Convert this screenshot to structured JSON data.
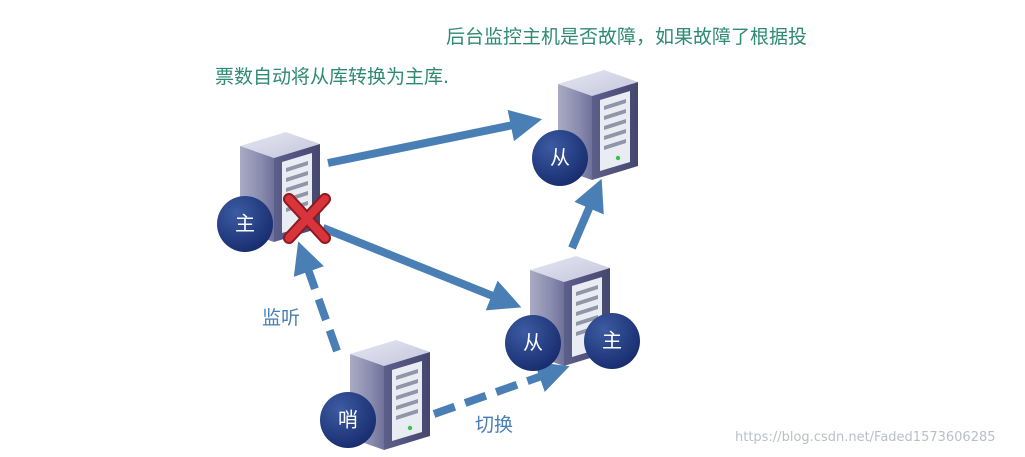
{
  "caption": {
    "line1": "后台监控主机是否故障，如果故障了根据投",
    "line2": "票数自动将从库转换为主库."
  },
  "nodes": {
    "master": {
      "badge": "主"
    },
    "slave_top": {
      "badge": "从"
    },
    "slave_bottom": {
      "badge": "从",
      "badge_new": "主"
    },
    "sentinel": {
      "badge": "哨"
    }
  },
  "edges": {
    "listen_label": "监听",
    "switch_label": "切换"
  },
  "watermark": "https://blog.csdn.net/Faded1573606285",
  "colors": {
    "caption": "#2f8a72",
    "arrow": "#4a7fb5",
    "badge": "#1f3a78",
    "cross": "#c8262e"
  },
  "icons": {
    "server": "server-icon",
    "failure": "cross-icon",
    "arrow_solid": "arrow-right-icon",
    "arrow_dashed": "dashed-arrow-icon"
  }
}
